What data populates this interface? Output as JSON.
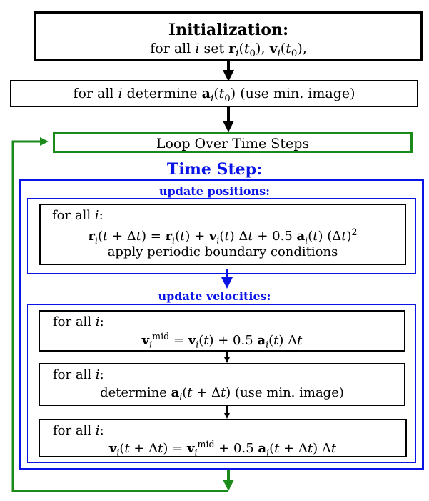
{
  "init": {
    "title": "Initialization:",
    "line": "for all i set r_i(t0), v_i(t0),"
  },
  "accel0": {
    "text": "for all i determine a_i(t0) (use min. image)"
  },
  "loop": {
    "label": "Loop Over Time Steps"
  },
  "timestep": {
    "title": "Time Step:",
    "positions": {
      "header": "update positions:",
      "line1": "for all i:",
      "equation": "r_i(t + Δt) = r_i(t) + v_i(t) Δt + 0.5 a_i(t) (Δt)^2",
      "line3": "apply periodic boundary conditions"
    },
    "velocities": {
      "header": "update velocities:",
      "step1": {
        "line1": "for all i:",
        "equation": "v_i^mid = v_i(t) + 0.5 a_i(t) Δt"
      },
      "step2": {
        "line1": "for all i:",
        "equation": "determine a_i(t + Δt) (use min. image)"
      },
      "step3": {
        "line1": "for all i:",
        "equation": "v_i(t + Δt) = v_i^mid + 0.5 a_i(t + Δt) Δt"
      }
    }
  },
  "colors": {
    "loop": "#1a8a1a",
    "timestep": "#0a14e6",
    "box": "#000000"
  }
}
